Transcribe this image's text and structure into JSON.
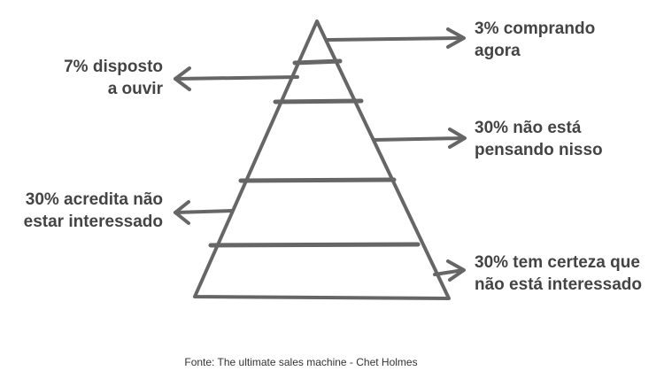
{
  "colors": {
    "stroke": "#666666",
    "text": "#444444"
  },
  "icons": {
    "arrow_head": "arrow-head-icon"
  },
  "labels": {
    "buying_now": {
      "line1": "3% comprando",
      "line2": "agora"
    },
    "willing_listen": {
      "line1": "7% disposto",
      "line2": "a ouvir"
    },
    "not_thinking": {
      "line1": "30% não está",
      "line2": "pensando nisso"
    },
    "believes_not_interested": {
      "line1": "30% acredita não",
      "line2": "estar interessado"
    },
    "sure_not_interested": {
      "line1": "30% tem certeza que",
      "line2": "não está interessado"
    }
  },
  "source": "Fonte: The ultimate sales machine - Chet Holmes"
}
